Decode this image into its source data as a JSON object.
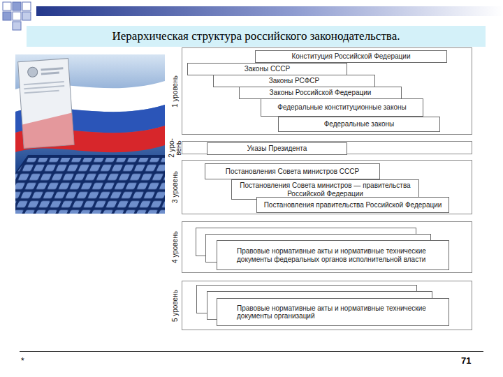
{
  "diagram": {
    "title": "Иерархическая структура российского законодательства.",
    "nodes": [
      {
        "text": [
          "1 уровень"
        ]
      },
      {
        "text": [
          "Конституция Российской Федерации"
        ],
        "in": 0
      },
      {
        "text": [
          "Законы СССР"
        ],
        "in": 0
      },
      {
        "text": [
          "Законы РСФСР"
        ],
        "in": 0
      },
      {
        "text": [
          "Законы Российской Федерации"
        ],
        "in": 0
      },
      {
        "text": [
          "Федеральные конституционные законы"
        ],
        "in": 0
      },
      {
        "text": [
          "Федеральные законы"
        ],
        "in": 0
      },
      {
        "text": [
          "2 уро- вень"
        ]
      },
      {
        "text": [
          "Указы Президента"
        ],
        "in": 7
      },
      {
        "text": [
          "3 уровень"
        ]
      },
      {
        "text": [
          "Постановления Совета министров СССР"
        ],
        "in": 9
      },
      {
        "text": [
          "Постановления Совета министров — правительства Российской Федерации"
        ],
        "in": 9
      },
      {
        "text": [
          "Постановления правительства Российской Федерации"
        ],
        "in": 9
      },
      {
        "text": [
          "4 уровень"
        ]
      },
      {
        "text": [
          "Правовые нормативные акты и нормативные технические документы федеральных органов исполнительной власти"
        ],
        "in": 13
      },
      {
        "text": [
          "5 уровень"
        ]
      },
      {
        "text": [
          "Правовые нормативные акты и нормативные технические документы организаций"
        ],
        "in": 15
      }
    ],
    "labels": [
      "*",
      "71"
    ]
  }
}
